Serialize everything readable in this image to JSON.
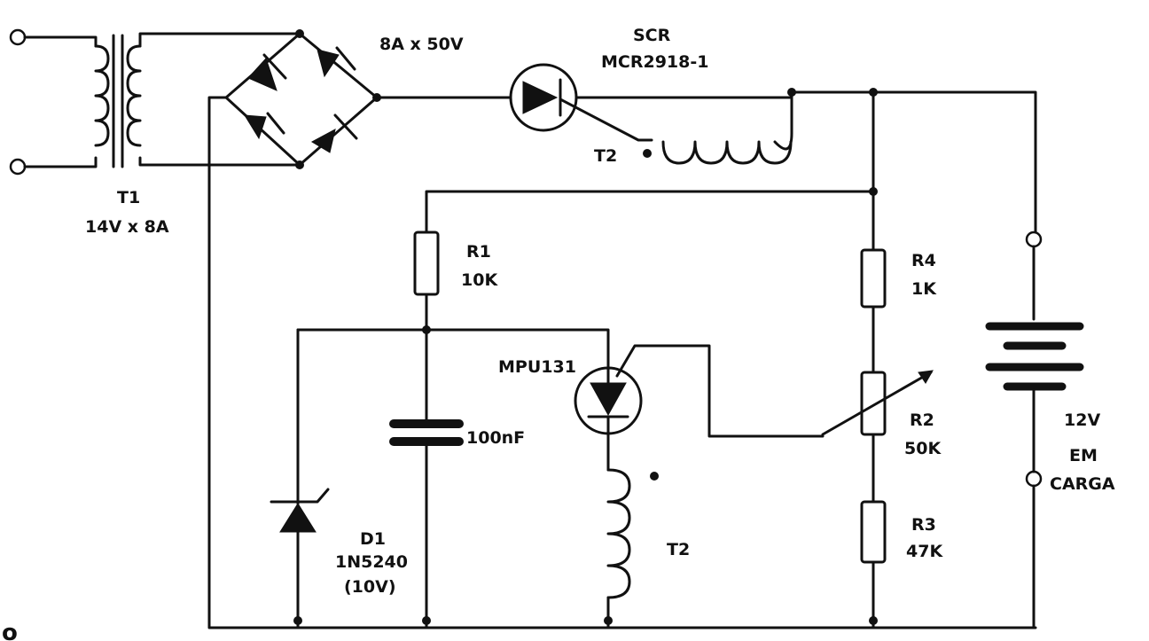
{
  "labels": {
    "t1_name": "T1",
    "t1_value": "14V x 8A",
    "bridge_value": "8A x 50V",
    "scr_name": "SCR",
    "scr_part": "MCR2918-1",
    "t2_top": "T2",
    "r1_name": "R1",
    "r1_value": "10K",
    "r4_name": "R4",
    "r4_value": "1K",
    "mpu_name": "MPU131",
    "cap_value": "100nF",
    "r2_name": "R2",
    "r2_value": "50K",
    "r3_name": "R3",
    "r3_value": "47K",
    "d1_name": "D1",
    "d1_part": "1N5240",
    "d1_value": "(10V)",
    "t2_bottom": "T2",
    "batt_voltage": "12V",
    "batt_state_1": "EM",
    "batt_state_2": "CARGA",
    "corner_mark": "o"
  }
}
